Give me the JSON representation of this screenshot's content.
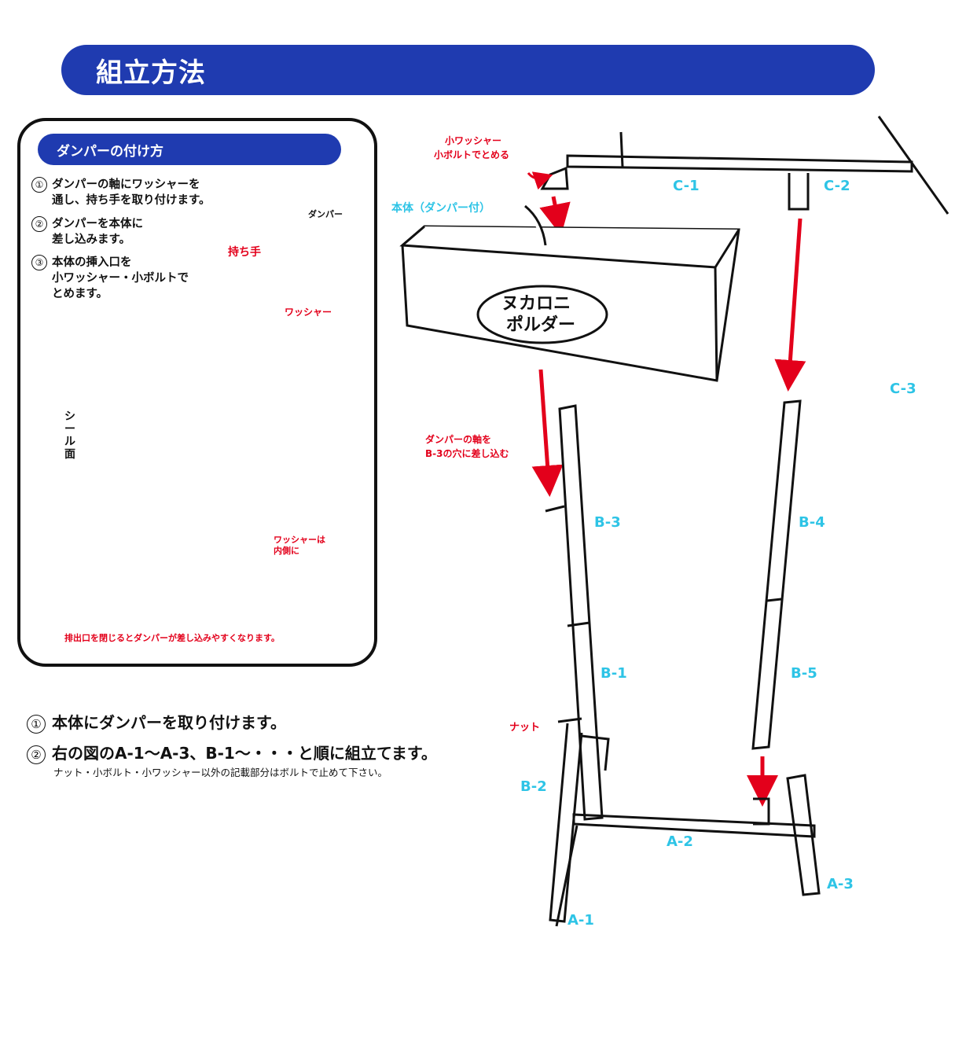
{
  "header": {
    "title": "組立方法"
  },
  "damper_panel": {
    "title": "ダンパーの付け方",
    "steps": [
      {
        "num": "①",
        "lines": [
          "ダンパーの軸にワッシャーを",
          "通し、持ち手を取り付けます。"
        ]
      },
      {
        "num": "②",
        "lines": [
          "ダンパーを本体に",
          "差し込みます。"
        ]
      },
      {
        "num": "③",
        "lines": [
          "本体の挿入口を",
          "小ワッシャー・小ボルトで",
          "とめます。"
        ]
      }
    ],
    "labels": {
      "damper": "ダンパー",
      "handle": "持ち手",
      "washer": "ワッシャー",
      "seal_face": "シール面",
      "washer_inside_1": "ワッシャーは",
      "washer_inside_2": "内側に"
    },
    "footnote": "排出口を閉じるとダンパーが差し込みやすくなります。"
  },
  "diagram_labels": {
    "small_washer_1": "小ワッシャー",
    "small_washer_2": "小ボルトでとめる",
    "body_with_damper": "本体（ダンパー付）",
    "damper_shaft_1": "ダンパーの軸を",
    "damper_shaft_2": "B-3の穴に差し込む",
    "nut": "ナット",
    "logo_line1": "ヌカロニ",
    "logo_line2": "ポルダー"
  },
  "parts": {
    "C1": "C-1",
    "C2": "C-2",
    "C3": "C-3",
    "B1": "B-1",
    "B2": "B-2",
    "B3": "B-3",
    "B4": "B-4",
    "B5": "B-5",
    "A1": "A-1",
    "A2": "A-2",
    "A3": "A-3"
  },
  "main_steps": [
    {
      "num": "①",
      "text": "本体にダンパーを取り付けます。"
    },
    {
      "num": "②",
      "text": "右の図のA-1〜A-3、B-1〜・・・と順に組立てます。"
    }
  ],
  "sub_note": "ナット・小ボルト・小ワッシャー以外の記載部分はボルトで止めて下さい。",
  "colors": {
    "header_blue": "#1f3bb0",
    "accent_red": "#e3001b",
    "part_cyan": "#2ec4e6"
  }
}
